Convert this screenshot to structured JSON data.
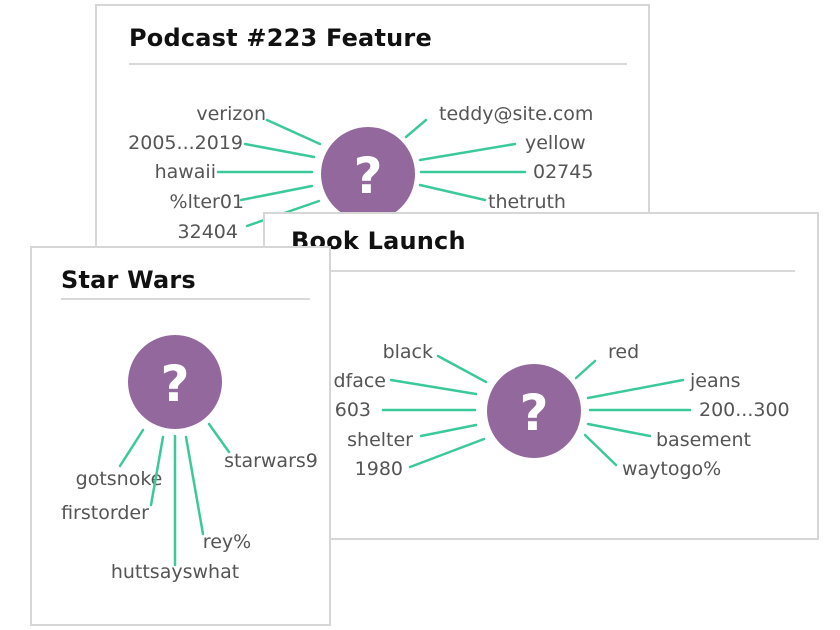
{
  "colors": {
    "connector": "#3cc99a",
    "node": "#93689d",
    "node_text": "#ffffff",
    "word_text": "#555555"
  },
  "node": {
    "symbol": "?"
  },
  "cards": {
    "podcast": {
      "title": "Podcast #223 Feature",
      "words": [
        "verizon",
        "2005...2019",
        "hawaii",
        "%lter01",
        "32404",
        "teddy@site.com",
        "yellow",
        "02745",
        "thetruth"
      ]
    },
    "book": {
      "title": "Book Launch",
      "words": [
        "black",
        "dface",
        "603",
        "shelter",
        "1980",
        "red",
        "jeans",
        "200...300",
        "basement",
        "waytogo%"
      ]
    },
    "starwars": {
      "title": "Star Wars",
      "words": [
        "gotsnoke",
        "firstorder",
        "huttsayswhat",
        "rey%",
        "starwars9"
      ]
    }
  }
}
